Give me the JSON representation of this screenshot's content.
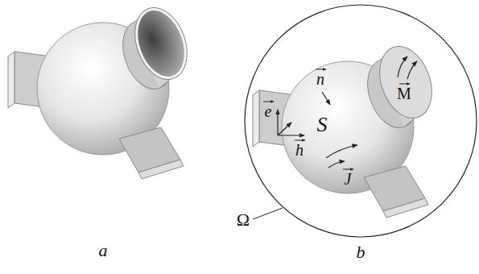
{
  "diagram": {
    "labels": [
      "a",
      "b",
      "n",
      "S",
      "e",
      "h",
      "J",
      "M",
      "Ω"
    ]
  }
}
